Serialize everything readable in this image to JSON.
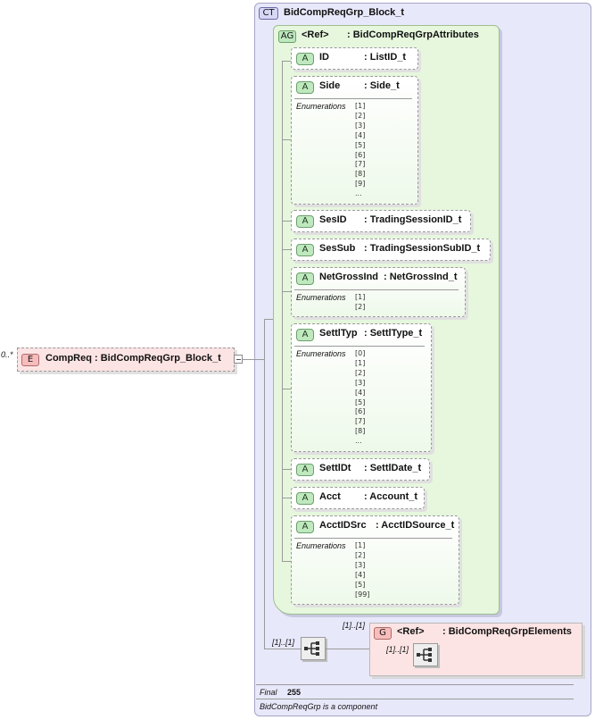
{
  "complex_type": {
    "badge": "CT",
    "name": "BidCompReqGrp_Block_t"
  },
  "element": {
    "badge": "E",
    "occurs": "0..*",
    "label": "CompReq : BidCompReqGrp_Block_t"
  },
  "attribute_group": {
    "badge": "AG",
    "ref": "<Ref>",
    "name": ": BidCompReqGrpAttributes"
  },
  "attr_badge": "A",
  "enum_title": "Enumerations",
  "attributes": [
    {
      "name": "ID",
      "type": ": ListID_t"
    },
    {
      "name": "Side",
      "type": ": Side_t",
      "enums": "[1]\n[2]\n[3]\n[4]\n[5]\n[6]\n[7]\n[8]\n[9]\n..."
    },
    {
      "name": "SesID",
      "type": ": TradingSessionID_t"
    },
    {
      "name": "SesSub",
      "type": ": TradingSessionSubID_t"
    },
    {
      "name": "NetGrossInd",
      "type": ": NetGrossInd_t",
      "enums": "[1]\n[2]"
    },
    {
      "name": "SettlTyp",
      "type": ": SettlType_t",
      "enums": "[0]\n[1]\n[2]\n[3]\n[4]\n[5]\n[6]\n[7]\n[8]\n..."
    },
    {
      "name": "SettlDt",
      "type": ": SettlDate_t"
    },
    {
      "name": "Acct",
      "type": ": Account_t"
    },
    {
      "name": "AcctIDSrc",
      "type": ": AcctIDSource_t",
      "enums": "[1]\n[2]\n[3]\n[4]\n[5]\n[99]"
    }
  ],
  "sequence": {
    "occurs": "[1]..[1]"
  },
  "group": {
    "badge": "G",
    "ref": "<Ref>",
    "name": ": BidCompReqGrpElements",
    "occurs": "[1]..[1]",
    "inner_occurs": "[1]..[1]"
  },
  "footer": {
    "final_label": "Final",
    "final_value": "255",
    "note": "BidCompReqGrp is a component"
  },
  "colors": {
    "ct_bg": "#e8e8fb",
    "ag_bg": "#e6f7dd",
    "element_bg": "#fde4e4",
    "group_bg": "#fde4e4"
  }
}
